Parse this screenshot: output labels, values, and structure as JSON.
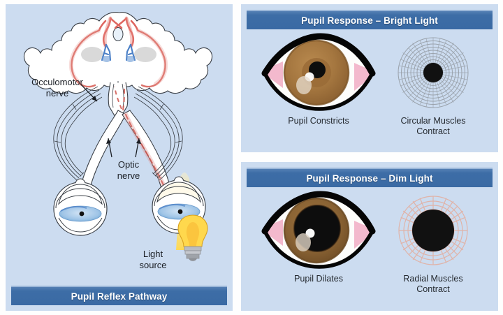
{
  "figure": {
    "background_color": "#ccdcf0",
    "title_bar_color": "#3d6da6",
    "title_text_color": "#ffffff"
  },
  "panels": {
    "left": {
      "title": "Pupil Reflex Pathway",
      "title_position": "bottom",
      "labels": [
        {
          "name": "occulomotor-nerve",
          "line1": "Occulomotor",
          "line2": "nerve"
        },
        {
          "name": "optic-nerve",
          "line1": "Optic",
          "line2": "nerve"
        },
        {
          "name": "light-source",
          "line1": "Light",
          "line2": "source"
        }
      ],
      "anatomy": {
        "midbrain": "midbrain cross-section",
        "left_eye": "left eyeball",
        "right_eye": "right eyeball illuminated",
        "bulb": "light bulb",
        "afferent_color": "#d9534f",
        "nucleus_color": "#5b8fd4",
        "gray_nuclei_color": "#cfcfcf"
      }
    },
    "top_right": {
      "title": "Pupil Response – Bright Light",
      "items": [
        {
          "name": "eye-constricted",
          "caption_line1": "Pupil Constricts",
          "caption_line2": ""
        },
        {
          "name": "circular-muscles",
          "caption_line1": "Circular Muscles",
          "caption_line2": "Contract"
        }
      ],
      "eye": {
        "iris_color": "#a4763f",
        "pupil_color": "#0d0d0d",
        "sclera_color": "#fdfdfb",
        "canthus_color": "#f3b9cd",
        "lid_color": "#050505",
        "pupil_state": "constricted"
      },
      "muscle_diagram": {
        "type": "concentric-rings",
        "ring_color": "#9aa2ab",
        "center_color": "#111111",
        "rings": 9,
        "spokes": 36
      }
    },
    "bottom_right": {
      "title": "Pupil Response – Dim Light",
      "items": [
        {
          "name": "eye-dilated",
          "caption_line1": "Pupil Dilates",
          "caption_line2": ""
        },
        {
          "name": "radial-muscles",
          "caption_line1": "Radial Muscles",
          "caption_line2": "Contract"
        }
      ],
      "eye": {
        "iris_color": "#8a6334",
        "pupil_color": "#0d0d0d",
        "sclera_color": "#fdfdfb",
        "canthus_color": "#f3b9cd",
        "lid_color": "#050505",
        "pupil_state": "dilated"
      },
      "muscle_diagram": {
        "type": "radial-spokes",
        "spoke_color": "#e0b3a8",
        "center_color": "#111111",
        "spokes": 24,
        "rings": 4
      }
    }
  }
}
